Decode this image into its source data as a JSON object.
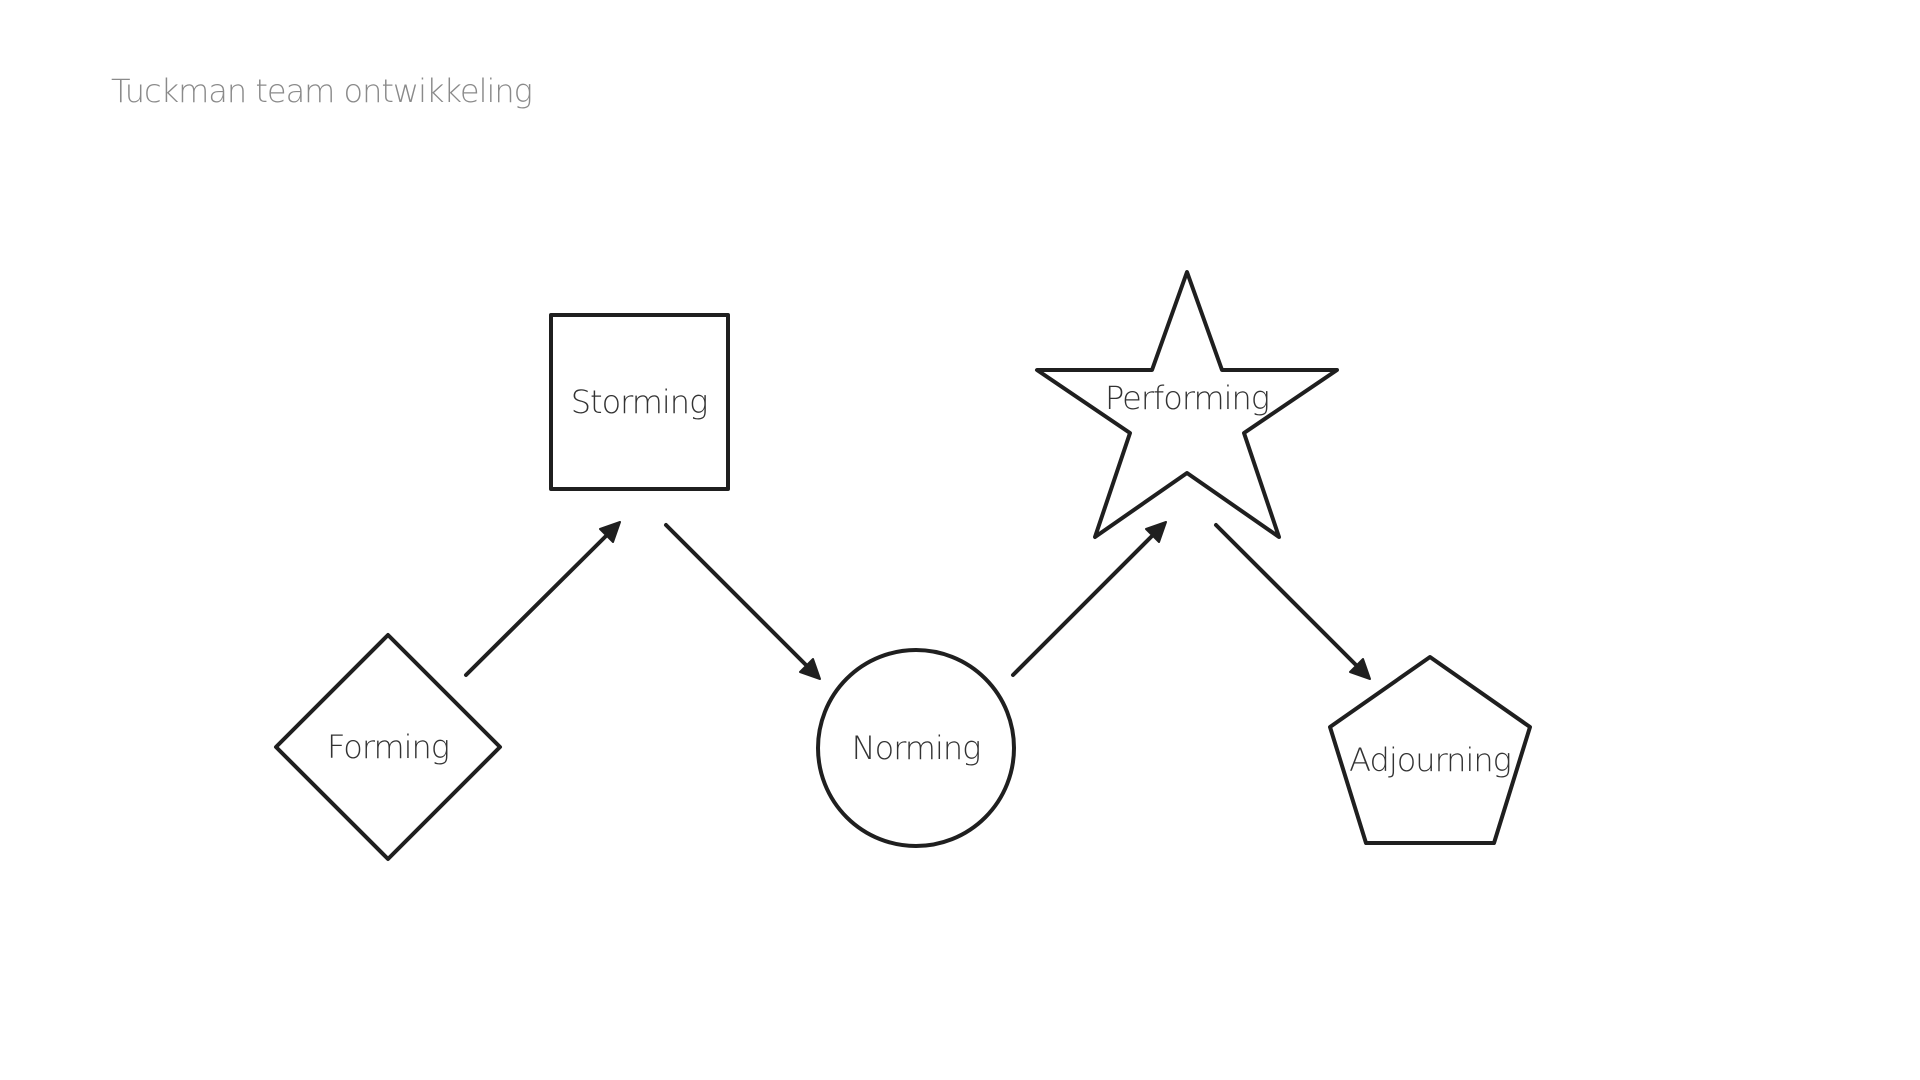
{
  "title": "Tuckman team ontwikkeling",
  "nodes": [
    {
      "id": "forming",
      "label": "Forming",
      "shape": "diamond"
    },
    {
      "id": "storming",
      "label": "Storming",
      "shape": "square"
    },
    {
      "id": "norming",
      "label": "Norming",
      "shape": "circle"
    },
    {
      "id": "performing",
      "label": "Performing",
      "shape": "star"
    },
    {
      "id": "adjourning",
      "label": "Adjourning",
      "shape": "pentagon"
    }
  ],
  "edges": [
    {
      "from": "forming",
      "to": "storming"
    },
    {
      "from": "storming",
      "to": "norming"
    },
    {
      "from": "norming",
      "to": "performing"
    },
    {
      "from": "performing",
      "to": "adjourning"
    }
  ],
  "colors": {
    "stroke": "#1f1f1f",
    "label": "#333333",
    "title": "#8a8a8a",
    "background": "#ffffff"
  }
}
